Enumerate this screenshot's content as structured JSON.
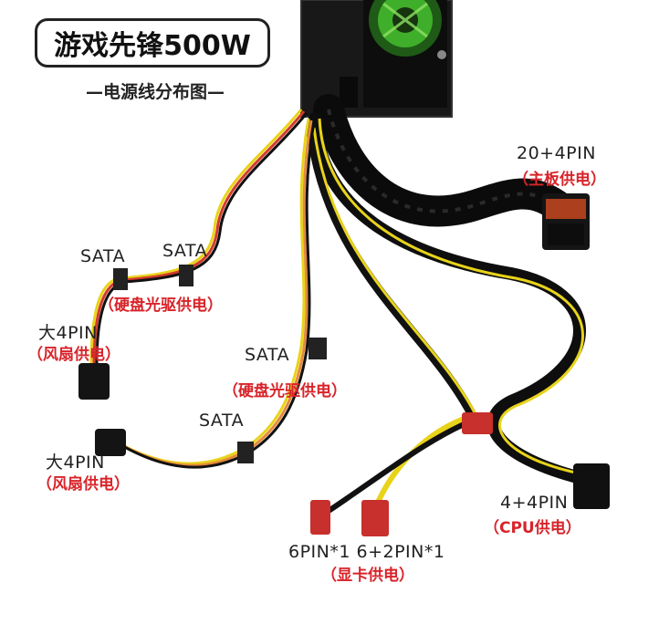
{
  "title": "游戏先锋500W",
  "subtitle": "—电源线分布图—",
  "labels": {
    "mb_pins": "20+4PIN",
    "mb_power": "（主板供电）",
    "sata_1": "SATA",
    "sata_2": "SATA",
    "hdd_power_1": "（硬盘光驱供电）",
    "big4pin_1": "大4PIN",
    "fan_power_1": "（风扇供电）",
    "sata_3": "SATA",
    "hdd_power_2": "（硬盘光驱供电）",
    "sata_4": "SATA",
    "big4pin_2": "大4PIN",
    "fan_power_2": "（风扇供电）",
    "cpu_pins": "4+4PIN",
    "cpu_power": "（CPU供电）",
    "gpu_pins": "6PIN*1  6+2PIN*1",
    "gpu_power": "（显卡供电）"
  },
  "colors": {
    "label_text": "#222222",
    "power_text": "#d8242a",
    "psu_body": "#1a1a1a",
    "fan_green": "#3fae2a",
    "sleeve": "#111111",
    "wire_yellow": "#e8d31a",
    "wire_red": "#d23a2a",
    "wire_orange": "#e48a3a"
  }
}
